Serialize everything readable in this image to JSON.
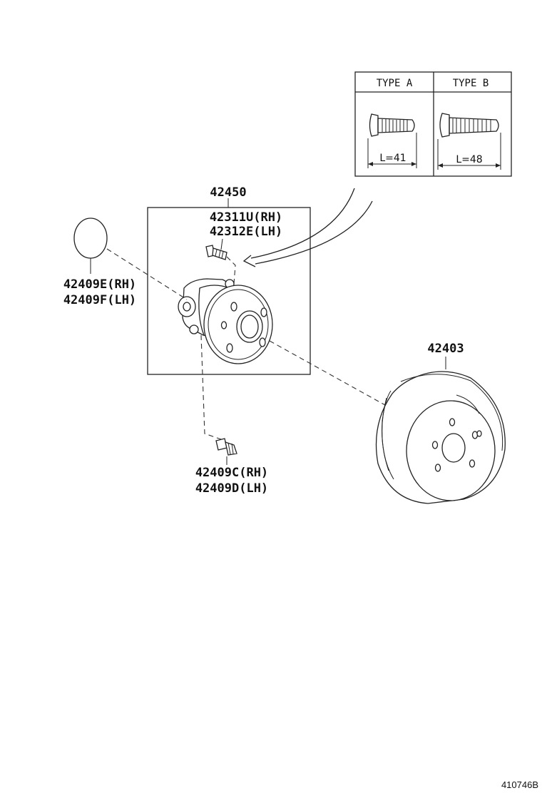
{
  "diagram": {
    "type_table": {
      "type_a": {
        "header": "TYPE A",
        "dimension": "L=41"
      },
      "type_b": {
        "header": "TYPE B",
        "dimension": "L=48"
      }
    },
    "parts": {
      "hub_assembly": {
        "number": "42450"
      },
      "hub_bolt": {
        "lines": [
          "42311U(RH)",
          "42312E(LH)"
        ]
      },
      "cap": {
        "lines": [
          "42409E(RH)",
          "42409F(LH)"
        ]
      },
      "mount_bolt": {
        "lines": [
          "42409C(RH)",
          "42409D(LH)"
        ]
      },
      "brake_drum": {
        "number": "42403"
      }
    },
    "reference_code": "410746B"
  }
}
